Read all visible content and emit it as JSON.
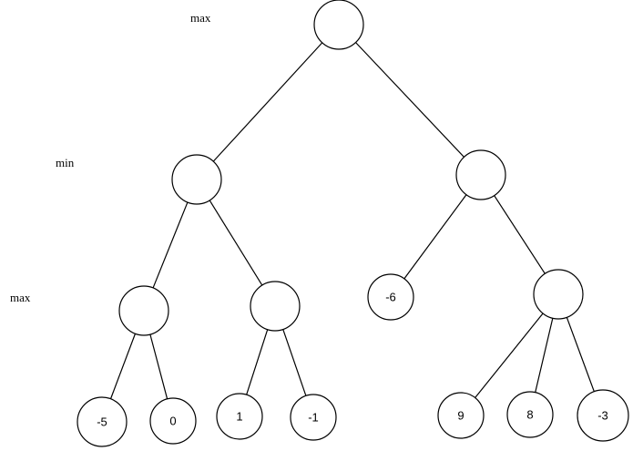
{
  "level_labels": {
    "root": "max",
    "level1": "min",
    "level2": "max"
  },
  "tree": {
    "id": "root",
    "children": [
      {
        "id": "n1",
        "children": [
          {
            "id": "n11",
            "children": [
              {
                "id": "l1",
                "value": "-5"
              },
              {
                "id": "l2",
                "value": "0"
              }
            ]
          },
          {
            "id": "n12",
            "children": [
              {
                "id": "l3",
                "value": "1"
              },
              {
                "id": "l4",
                "value": "-1"
              }
            ]
          }
        ]
      },
      {
        "id": "n2",
        "children": [
          {
            "id": "n21",
            "value": "-6"
          },
          {
            "id": "n22",
            "children": [
              {
                "id": "l5",
                "value": "9"
              },
              {
                "id": "l6",
                "value": "8"
              },
              {
                "id": "l7",
                "value": "-3"
              }
            ]
          }
        ]
      }
    ]
  }
}
